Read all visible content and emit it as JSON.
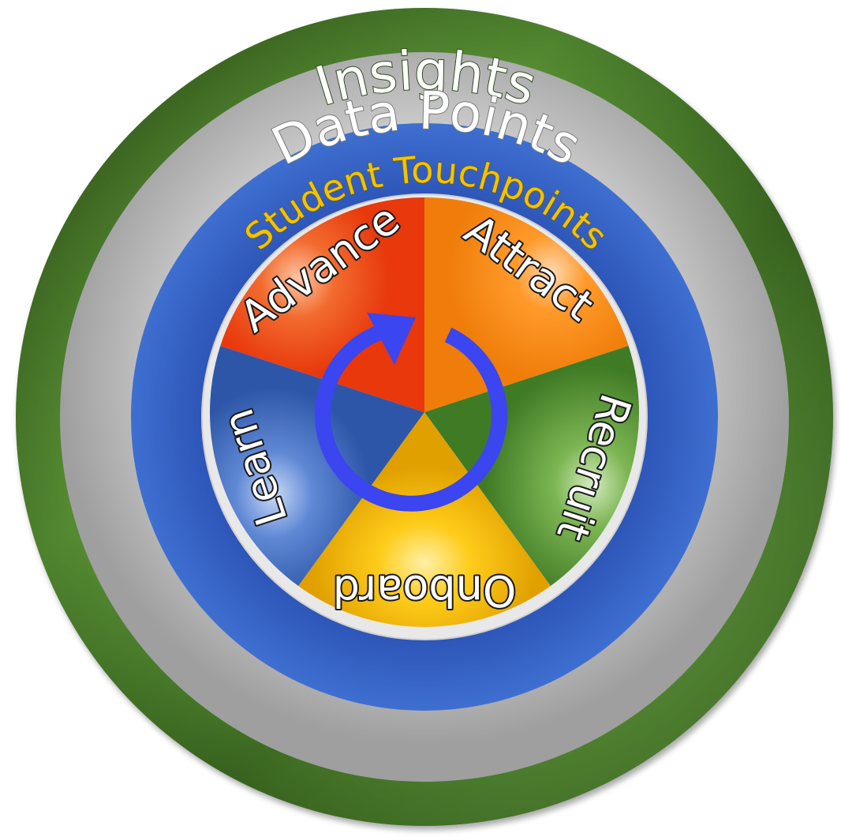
{
  "rings": {
    "outer": {
      "label": "Insights",
      "color": "#4e7d2e"
    },
    "middle": {
      "label": "Data Points",
      "color": "#b3b3b3"
    },
    "inner": {
      "label": "Student Touchpoints",
      "color": "#3a64c2"
    }
  },
  "segments": [
    {
      "label": "Attract",
      "color": "#ff8c1a"
    },
    {
      "label": "Recruit",
      "color": "#5c9e3a"
    },
    {
      "label": "Onboard",
      "color": "#f5b800"
    },
    {
      "label": "Learn",
      "color": "#3f6fc4"
    },
    {
      "label": "Advance",
      "color": "#f0541a"
    }
  ],
  "cycle_arrow": {
    "icon": "circular-arrow-icon",
    "color": "#3b45f0"
  }
}
